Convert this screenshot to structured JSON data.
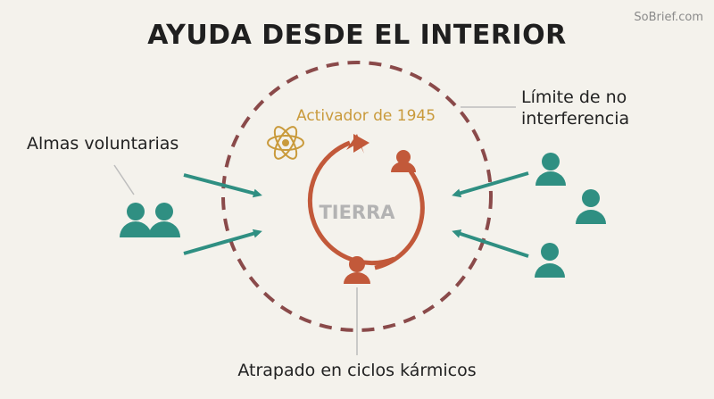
{
  "title": "AYUDA DESDE EL INTERIOR",
  "brand": "SoBrief.com",
  "labels": {
    "voluntary_souls": "Almas voluntarias",
    "boundary_line1": "Límite de no",
    "boundary_line2": "interferencia",
    "trapped": "Atrapado en ciclos kármicos",
    "activator": "Activador de 1945",
    "earth": "TIERRA"
  },
  "colors": {
    "teal": "#2f8f82",
    "rust": "#c2593a",
    "boundary": "#8a4a4a",
    "gold": "#c99a3b",
    "background": "#f4f2ec"
  },
  "icons": [
    "person-icon",
    "atom-icon",
    "arrow-icon"
  ]
}
